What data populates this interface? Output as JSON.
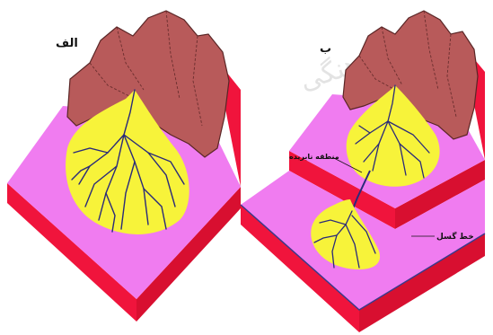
{
  "panels": [
    {
      "id": "a",
      "label": "الف"
    },
    {
      "id": "b",
      "label": "ب"
    }
  ],
  "annotations": {
    "fault_line": "خط گسل",
    "cut_area": "منطقه نابريده"
  },
  "watermark": "مرکز فرهنگی",
  "colors": {
    "block_side": "#f0143c",
    "block_top": "#f07cf0",
    "mountain": "#b85a5a",
    "mountain_edge": "#5a2626",
    "fan": "#f7f33a",
    "river": "#2a2a7a"
  }
}
